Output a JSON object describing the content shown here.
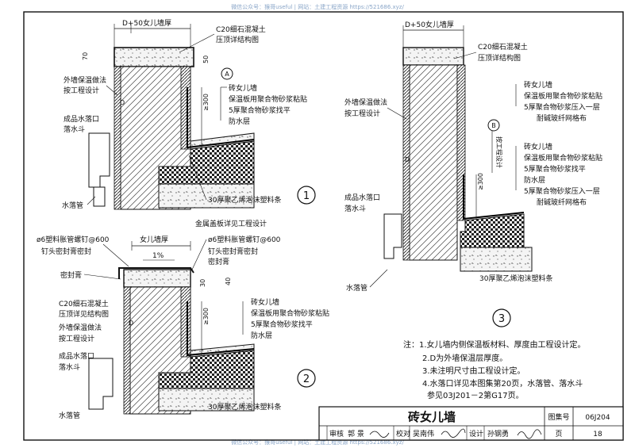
{
  "watermark_top": "微信公众号：猴哥useful  |  网站：土建工程资源 https://521686.xyz/",
  "watermark_bottom": "微信公众号：猴哥useful  |  网站：土建工程资源 https://521686.xyz/",
  "detail1": {
    "number": "1",
    "dim_top": "D+50",
    "wall_thickness": "女儿墙厚",
    "coping": [
      "C20细石混凝土",
      "压顶详结构图"
    ],
    "dim_70": "70",
    "dim_50": "50",
    "dim_D": "D",
    "dim_300": "≥300",
    "insulation_label": [
      "外墙保温做法",
      "按工程设计"
    ],
    "drain_label": [
      "成品水落口",
      "落水斗"
    ],
    "downpipe": "水落管",
    "layers": [
      "砖女儿墙",
      "保温板用聚合物砂浆粘贴",
      "5厚聚合物砂浆找平",
      "防水层"
    ],
    "foam_strip": "30厚聚乙烯泡沫塑料条",
    "section_mark": "A"
  },
  "detail2": {
    "number": "2",
    "nail_left": [
      "ø6塑料胀管螺钉@600",
      "钉头密封膏密封"
    ],
    "cover": "金属盖板详见工程设计",
    "nail_right": [
      "ø6塑料胀管螺钉@600",
      "钉头密封膏密封"
    ],
    "wall_thickness": "女儿墙厚",
    "slope": "1%",
    "sealant_left": "密封膏",
    "sealant_right": "密封膏",
    "dim_30": "30",
    "dim_40": "40",
    "dim_D": "D",
    "dim_300": "≥300",
    "coping": [
      "C20细石混凝土",
      "压顶详见结构图"
    ],
    "insulation_label": [
      "外墙保温做法",
      "按工程设计"
    ],
    "drain_label": [
      "成品水落口",
      "落水斗"
    ],
    "downpipe": "水落管",
    "layers": [
      "砖女儿墙",
      "保温板用聚合物砂浆粘贴",
      "5厚聚合物砂浆找平",
      "防水层"
    ],
    "foam_strip": "30厚聚乙烯泡沫塑料条"
  },
  "detail3": {
    "number": "3",
    "dim_top": "D+50女儿墙厚",
    "coping": [
      "C20细石混凝土",
      "压顶详结构图"
    ],
    "insulation_label": [
      "外墙保温做法",
      "按工程设计"
    ],
    "dim_D": "D",
    "layers_upper": [
      "砖女儿墙",
      "保温板用聚合物砂浆粘贴",
      "5厚聚合物砂浆压入一层",
      "耐碱玻纤网格布"
    ],
    "vertical_note": "按工程设计",
    "section_mark": "B",
    "dim_300": "≥300",
    "layers_lower": [
      "砖女儿墙",
      "保温板用聚合物砂浆粘贴",
      "5厚聚合物砂浆找平",
      "防水层",
      "5厚聚合物砂浆压入一层",
      "耐碱玻纤网格布"
    ],
    "drain_label": [
      "成品水落口",
      "落水斗"
    ],
    "downpipe": "水落管",
    "foam_strip": "30厚聚乙烯泡沫塑料条"
  },
  "notes": [
    "注：1.女儿墙内侧保温板材料、厚度由工程设计定。",
    "2.D为外墙保温层厚度。",
    "3.未注明尺寸由工程设计定。",
    "4.水落口详见本图集第20页，水落管、落水斗",
    "参见03J201－2第G17页。"
  ],
  "title_block": {
    "title": "砖女儿墙",
    "atlas_label": "图集号",
    "atlas_no": "06J204",
    "review_label": "审核",
    "reviewer": "郭 景",
    "check_label": "校对",
    "checker": "吴南伟",
    "design_label": "设计",
    "designer": "孙钢勇",
    "page_label": "页",
    "page_no": "18"
  }
}
